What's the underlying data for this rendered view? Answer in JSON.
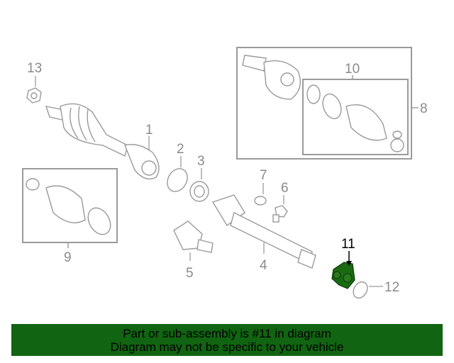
{
  "callouts": {
    "c1": "1",
    "c2": "2",
    "c3": "3",
    "c4": "4",
    "c5": "5",
    "c6": "6",
    "c7": "7",
    "c8": "8",
    "c9": "9",
    "c10": "10",
    "c11": "11",
    "c12": "12",
    "c13": "13"
  },
  "highlight_part": "11",
  "highlight_color": "#1a6a12",
  "banner": {
    "line1": "Part or sub-assembly is #11 in diagram",
    "line2": "Diagram may not be specific to your vehicle",
    "color": "#116411"
  }
}
